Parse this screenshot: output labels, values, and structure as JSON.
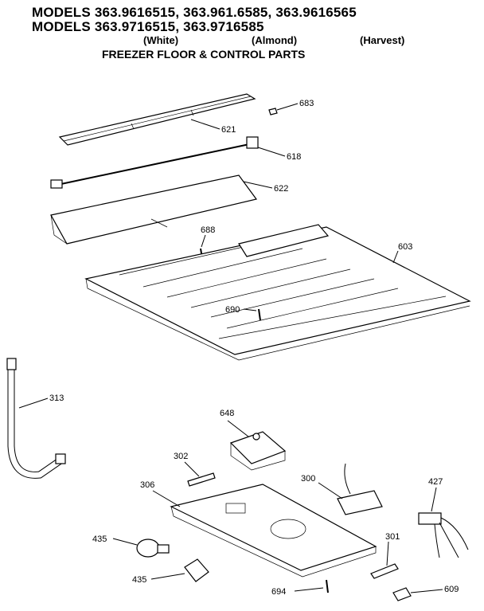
{
  "header": {
    "line1": "MODELS 363.9616515, 363.961.6585, 363.9616565",
    "line2": "MODELS 363.9716515, 363.9716585",
    "color_white": "(White)",
    "color_almond": "(Almond)",
    "color_harvest": "(Harvest)",
    "title": "FREEZER FLOOR & CONTROL PARTS"
  },
  "parts": {
    "p683": "683",
    "p621": "621",
    "p618": "618",
    "p622": "622",
    "p688": "688",
    "p603": "603",
    "p690": "690",
    "p313": "313",
    "p648": "648",
    "p302": "302",
    "p300": "300",
    "p427": "427",
    "p306": "306",
    "p435a": "435",
    "p435b": "435",
    "p301": "301",
    "p694": "694",
    "p609": "609"
  }
}
